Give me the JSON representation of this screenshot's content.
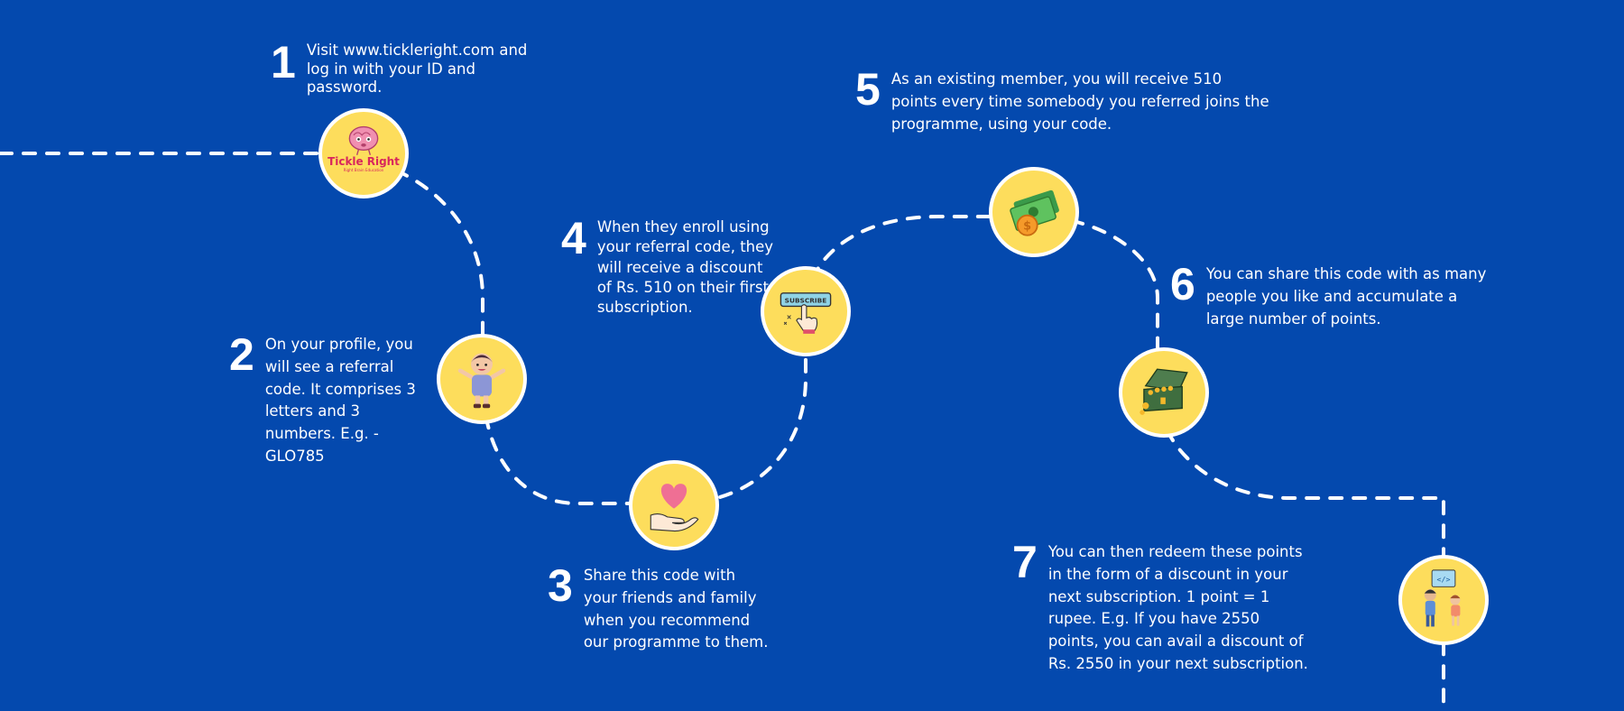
{
  "steps": [
    {
      "number": "1",
      "text": "Visit www.tickleright.com and log in with your ID and password."
    },
    {
      "number": "2",
      "text": "On your profile, you will see a referral code. It comprises 3 letters and 3 numbers. E.g. - GLO785"
    },
    {
      "number": "3",
      "text": "Share this code with your friends and family when you recommend our programme to them."
    },
    {
      "number": "4",
      "text": "When they enroll using your referral code, they will receive a discount of Rs. 510 on their first subscription."
    },
    {
      "number": "5",
      "text": "As an existing member, you will receive 510 points every time somebody you referred joins the programme, using your code."
    },
    {
      "number": "6",
      "text": "You can share this code with as many people you like and accumulate a large number of points."
    },
    {
      "number": "7",
      "text": "You can then redeem these points in the form of a discount in your next subscription. 1 point = 1 rupee. E.g. If you have 2550 points, you can avail a discount of Rs. 2550 in your next subscription."
    }
  ],
  "logo": {
    "name": "Tickle Right",
    "tagline": "Right Brain Education"
  },
  "subscribe_label": "SUBSCRIBE",
  "icons": [
    "tickle-right-logo-icon",
    "child-icon",
    "heart-in-hand-icon",
    "subscribe-click-icon",
    "money-coin-icon",
    "treasure-chest-icon",
    "coding-kids-icon"
  ],
  "colors": {
    "background": "#0449ae",
    "circle": "#fddd5c",
    "path": "#ffffff",
    "text": "#ffffff"
  }
}
